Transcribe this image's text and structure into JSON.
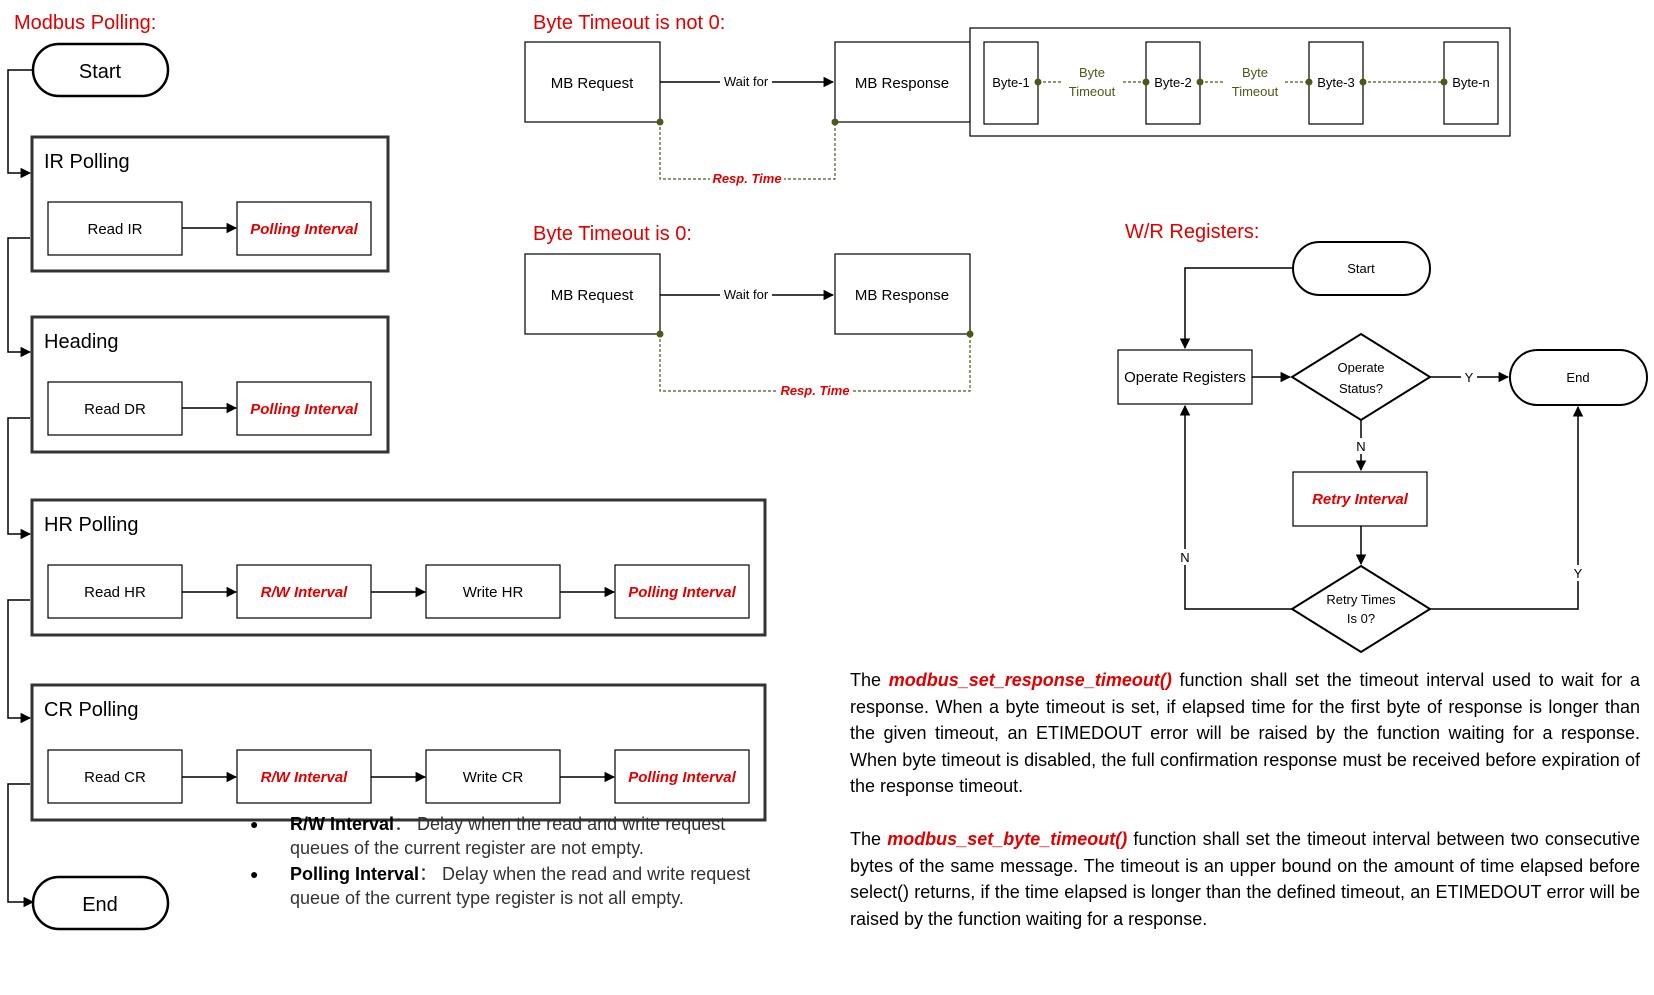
{
  "left_flow": {
    "title": "Modbus Polling:",
    "start": "Start",
    "end": "End",
    "groups": [
      {
        "title": "IR Polling",
        "steps": [
          "Read IR"
        ],
        "intervals": [
          "Polling Interval"
        ]
      },
      {
        "title": "Heading",
        "steps": [
          "Read DR"
        ],
        "intervals": [
          "Polling Interval"
        ]
      },
      {
        "title": "HR Polling",
        "steps": [
          "Read HR",
          "Write HR"
        ],
        "intervals": [
          "R/W Interval",
          "Polling Interval"
        ]
      },
      {
        "title": "CR Polling",
        "steps": [
          "Read CR",
          "Write CR"
        ],
        "intervals": [
          "R/W Interval",
          "Polling Interval"
        ]
      }
    ]
  },
  "timeout_nonzero": {
    "title": "Byte Timeout is not 0:",
    "request": "MB  Request",
    "wait": "Wait for",
    "response": "MB Response",
    "resp_time": "Resp. Time",
    "bytes": [
      "Byte-1",
      "Byte-2",
      "Byte-3",
      "Byte-n"
    ],
    "byte_timeout_line1": "Byte",
    "byte_timeout_line2": "Timeout"
  },
  "timeout_zero": {
    "title": "Byte Timeout is 0:",
    "request": "MB  Request",
    "wait": "Wait for",
    "response": "MB Response",
    "resp_time": "Resp. Time"
  },
  "wr_flow": {
    "title": "W/R Registers:",
    "start": "Start",
    "operate": "Operate Registers",
    "status_line1": "Operate",
    "status_line2": "Status?",
    "end": "End",
    "retry_interval": "Retry Interval",
    "retry_line1": "Retry Times",
    "retry_line2": "Is 0?",
    "yes": "Y",
    "no": "N"
  },
  "notes": [
    {
      "term": "R/W Interval",
      "sep": "：",
      "text": "Delay when the read and write request queues of the current register are not empty."
    },
    {
      "term": "Polling Interval",
      "sep": "：",
      "text": "Delay when the read and write request queue of the current type register is not all empty."
    }
  ],
  "paragraphs": [
    {
      "pre": "The ",
      "fn": "modbus_set_response_timeout()",
      "text": " function shall set the timeout interval used to wait for a response. When a byte timeout is set, if elapsed time for the first byte of response is longer than the given timeout, an ETIMEDOUT error will be raised by the function waiting for a response. When byte timeout is disabled, the full confirmation response must be received before expiration of the response timeout."
    },
    {
      "pre": "The ",
      "fn": "modbus_set_byte_timeout()",
      "text": " function shall set the timeout interval between two consecutive bytes of the same message. The timeout is an upper bound on the amount of time elapsed before select() returns, if the time elapsed is longer than the defined timeout, an ETIMEDOUT error will be raised by the function waiting for a response."
    }
  ],
  "colors": {
    "accent": "#e00000",
    "olive": "#4a5a1a",
    "line": "#000000"
  }
}
